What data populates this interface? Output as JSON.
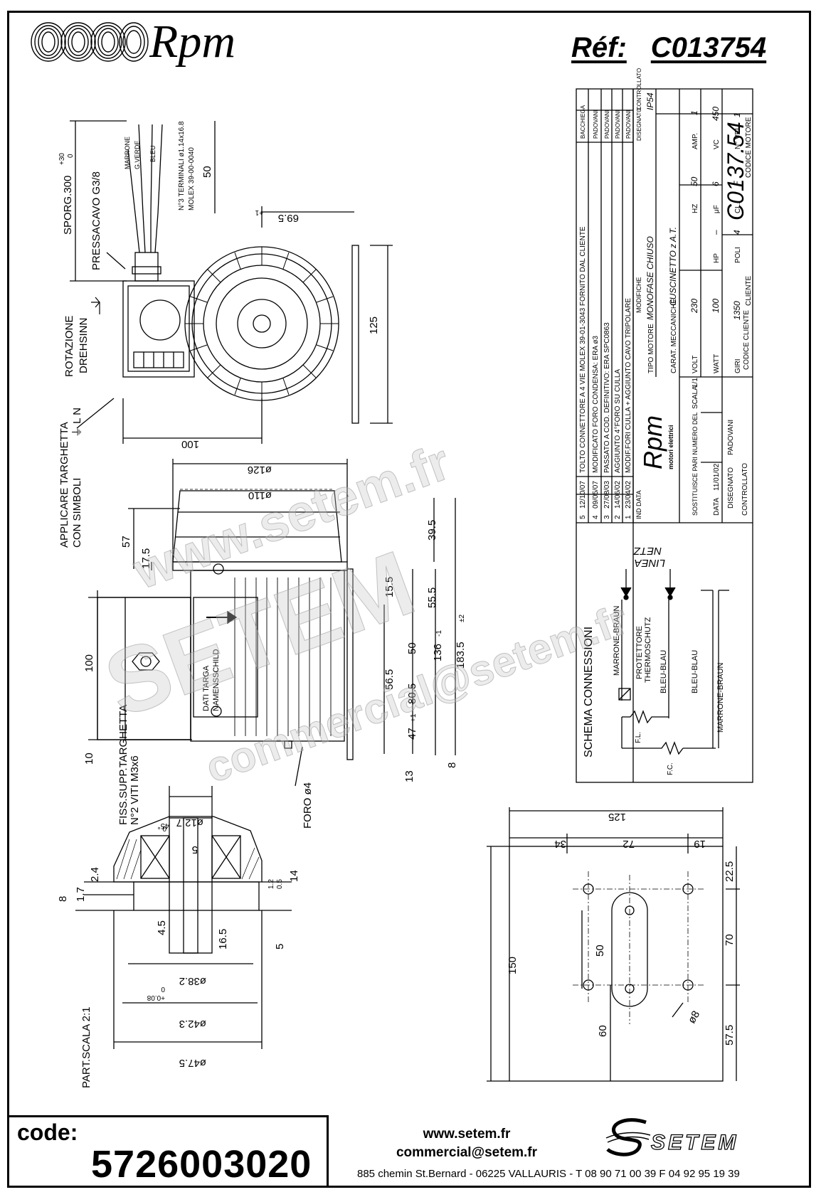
{
  "brand": {
    "name": "Rpm"
  },
  "reference": {
    "label": "Réf:",
    "value": "C013754"
  },
  "code": {
    "label": "code:",
    "value": "5726003020"
  },
  "contact": {
    "website": "www.setem.fr",
    "email": "commercial@setem.fr",
    "address": "885 chemin St.Bernard  -  06225 VALLAURIS  -  T 08 90 71 00 39  F 04 92 95 19 39",
    "company": "SETEM"
  },
  "watermark": {
    "lines": [
      "www.setem.fr",
      "SETEM",
      "commercial@setem.fr"
    ]
  },
  "drawing": {
    "cable_labels": [
      "MARRONE",
      "G.VERDE",
      "BLEU"
    ],
    "terminal_note": [
      "N°3 TERMINALI ø1.14x16.8",
      "MOLEX 39-00-0040"
    ],
    "cable_length": "50",
    "sporg": "SPORG.300",
    "sporg_tol": [
      "+30",
      "0"
    ],
    "gland": "PRESSACAVO G3/8",
    "rotation": [
      "ROTAZIONE",
      "DREHSINN"
    ],
    "applicare": [
      "APPLICARE TARGHETTA",
      "CON SIMBOLI"
    ],
    "symbols": "⏚ L N",
    "fiss": [
      "FISS.SUPP.TARGHETTA",
      "N°2 VITI M3x6"
    ],
    "plate_label": [
      "DATI TARGA",
      "NAMENSSCHILD"
    ],
    "foro": "FORO ø4",
    "detail_label": "PART.SCALA 2:1",
    "dims_top": [
      "69.5",
      "125",
      "100"
    ],
    "dims_top_tol": "+1",
    "dims_side": [
      "ø126",
      "ø110",
      "57",
      "17.5",
      "39.5",
      "15.5",
      "55.5",
      "50",
      "136",
      "183.5",
      "56.5",
      "80.5",
      "47",
      "100",
      "10",
      "13",
      "8"
    ],
    "dims_side_tol": {
      "50": "+1",
      "136": "-1",
      "183.5": "±2"
    },
    "dims_detail": [
      "ø12.7",
      "5",
      "ø38.2",
      "ø42.3",
      "ø47.5",
      "2.4",
      "1.7",
      "8",
      "4.5",
      "16.5",
      "14",
      "5",
      "1.2",
      "0.5",
      "0",
      "45°",
      "+0.08",
      "0"
    ],
    "dims_base": [
      "125",
      "34",
      "72",
      "19",
      "22.5",
      "70",
      "57.5",
      "150",
      "50",
      "60",
      "ø8"
    ],
    "schema": {
      "title": "SCHEMA CONNESSIONI",
      "linea": [
        "LINEA",
        "NETZ"
      ],
      "labels": [
        "MARRONE-BRAUN",
        "PROTETTORE",
        "THERMOSCHUTZ",
        "BLEU-BLAU",
        "BLEU-BLAU",
        "MARRONE-BRAUN",
        "F.L.",
        "F.C."
      ]
    }
  },
  "title_block": {
    "revisions": [
      {
        "n": "5",
        "date": "12/10/07",
        "text": "TOLTO CONNETTORE A 4 VIE MOLEX 39-01-3043 FORNITO DAL CLIENTE",
        "by": "BACCHIEGA"
      },
      {
        "n": "4",
        "date": "09/05/07",
        "text": "MODIFICATO FORO CONDENSA: ERA ø3",
        "by": "PADOVANI"
      },
      {
        "n": "3",
        "date": "27/08/03",
        "text": "PASSATO A COD. DEFINITIVO: ERA SPC0863",
        "by": "PADOVANI"
      },
      {
        "n": "2",
        "date": "14/06/02",
        "text": "AGGIUNTO 4°FORO SU CULLA",
        "by": "PADOVANI"
      },
      {
        "n": "1",
        "date": "23/04/02",
        "text": "MODIF.FORI CULLA + AGGIUNTO CAVO TRIPOLARE",
        "by": "PADOVANI"
      }
    ],
    "rev_header": {
      "ind": "IND",
      "data": "DATA",
      "modifiche": "MODIFICHE",
      "disegnato": "DISEGNATO",
      "controllato": "CONTROLLATO"
    },
    "tipo_motore_label": "TIPO MOTORE",
    "tipo_motore": "MONOFASE CHIUSO",
    "ip": "IP54",
    "carat_label": "CARAT. MECCANICHE",
    "carat": "CUSCINETTO z A.T.",
    "specs": [
      {
        "label": "VOLT",
        "value": "230",
        "label2": "HZ",
        "value2": "50",
        "label3": "AMP.",
        "value3": "1"
      },
      {
        "label": "WATT",
        "value": "100",
        "label2": "HP",
        "value2": "–",
        "label3": "μF",
        "value3": "6",
        "label4": "VC",
        "value4": "450"
      },
      {
        "label": "GIRI",
        "value": "1350",
        "label2": "POLI",
        "value2": "4",
        "label3": "CL.",
        "value3": "F",
        "label4": "N° VEL.",
        "value4": "1"
      }
    ],
    "cliente_label": "CLIENTE",
    "codice_motore_label": "CODICE MOTORE",
    "codice_motore": "C0137.54",
    "codice_cliente_label": "CODICE CLIENTE",
    "sostituisce": "SOSTITUISCE PARI NUMERO DEL",
    "sostituisce_val": "-",
    "scala_label": "SCALA",
    "scala": "1/1",
    "data_label": "DATA",
    "data": "11/01/02",
    "disegnato_label": "DISEGNATO",
    "disegnato": "PADOVANI",
    "controllato_label": "CONTROLLATO",
    "logo_sub": "motori elettrici"
  }
}
